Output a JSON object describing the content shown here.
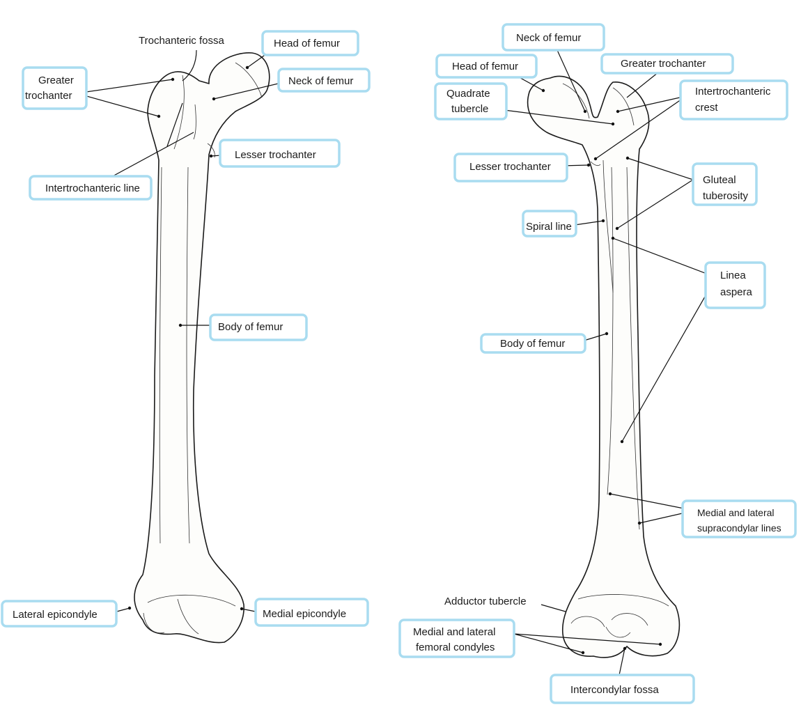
{
  "anterior": {
    "trochanteric_fossa": "Trochanteric fossa",
    "head_of_femur": "Head of femur",
    "greater_trochanter": [
      "Greater",
      "trochanter"
    ],
    "neck_of_femur": "Neck of femur",
    "lesser_trochanter": "Lesser trochanter",
    "intertrochanteric_line": "Intertrochanteric line",
    "body_of_femur": "Body of femur",
    "lateral_epicondyle": "Lateral epicondyle",
    "medial_epicondyle": "Medial epicondyle"
  },
  "posterior": {
    "neck_of_femur": "Neck of femur",
    "head_of_femur": "Head of femur",
    "greater_trochanter": "Greater trochanter",
    "quadrate_tubercle": [
      "Quadrate",
      "tubercle"
    ],
    "intertrochanteric_crest": [
      "Intertrochanteric",
      "crest"
    ],
    "lesser_trochanter": "Lesser trochanter",
    "gluteal_tuberosity": [
      "Gluteal",
      "tuberosity"
    ],
    "spiral_line": "Spiral line",
    "linea_aspera": [
      "Linea",
      "aspera"
    ],
    "body_of_femur": "Body of femur",
    "supracondylar_lines": [
      "Medial and lateral",
      "supracondylar lines"
    ],
    "adductor_tubercle": "Adductor tubercle",
    "femoral_condyles": [
      "Medial and lateral",
      "femoral condyles"
    ],
    "intercondylar_fossa": "Intercondylar fossa"
  },
  "colors": {
    "label_border": "#a9dcf0",
    "ink": "#1a1a1a"
  }
}
